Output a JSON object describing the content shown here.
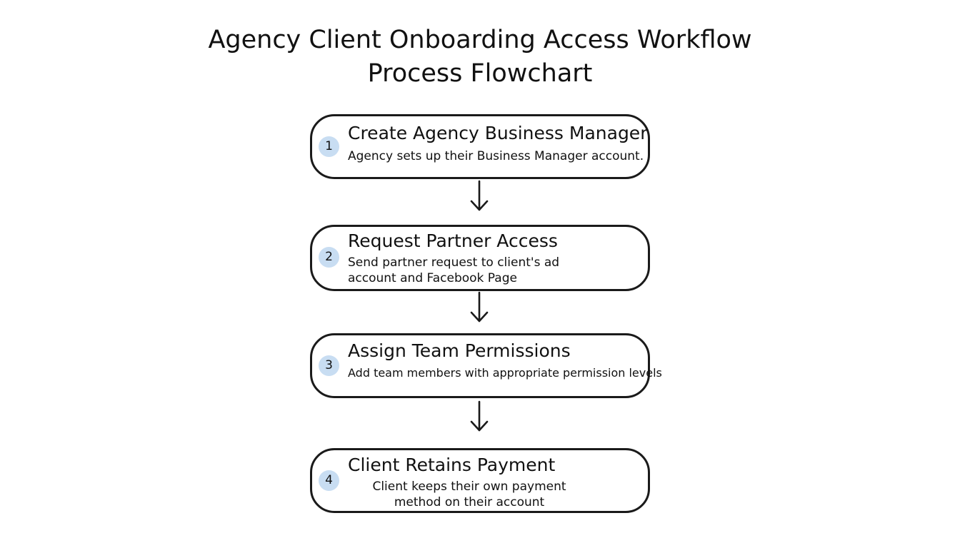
{
  "title_line1": "Agency Client Onboarding Access Workflow",
  "title_line2": "Process Flowchart",
  "steps": [
    {
      "number": "1",
      "title": "Create Agency Business Manager",
      "description": "Agency sets up their Business Manager account."
    },
    {
      "number": "2",
      "title": "Request Partner Access",
      "description": "Send partner request to client's ad account and Facebook Page"
    },
    {
      "number": "3",
      "title": "Assign Team Permissions",
      "description": "Add team members with appropriate permission levels"
    },
    {
      "number": "4",
      "title": "Client Retains Payment",
      "description": "Client keeps their own payment method on their account"
    }
  ],
  "colors": {
    "badge": "#c8ddf2",
    "stroke": "#1a1a1a"
  },
  "connector_icon": "arrow-down-icon"
}
